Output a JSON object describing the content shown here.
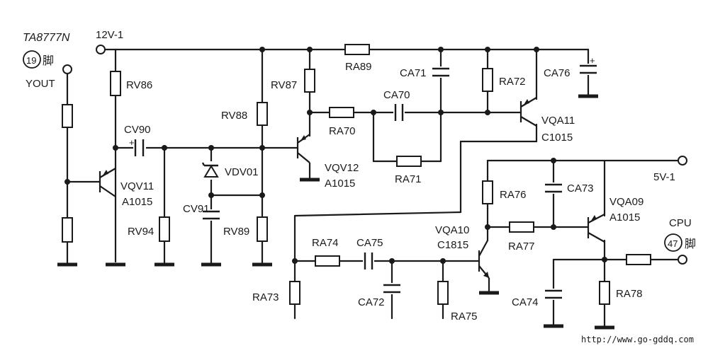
{
  "labels": {
    "ic": "TA8777N",
    "pin19": "19",
    "pin19_suffix": "脚",
    "yout": "YOUT",
    "v12": "12V-1",
    "v5": "5V-1",
    "cpu": "CPU",
    "pin47": "47",
    "pin47_suffix": "脚",
    "watermark": "http://www.go-gddq.com"
  },
  "components": {
    "rv86": "RV86",
    "rv87": "RV87",
    "rv88": "RV88",
    "rv89": "RV89",
    "rv94": "RV94",
    "cv90": "CV90",
    "cv91": "CV91",
    "vdv01": "VDV01",
    "vqv11": "VQV11",
    "vqv11_type": "A1015",
    "vqv12": "VQV12",
    "vqv12_type": "A1015",
    "ra89": "RA89",
    "ra70": "RA70",
    "ra71": "RA71",
    "ra72": "RA72",
    "ra73": "RA73",
    "ra74": "RA74",
    "ra75": "RA75",
    "ra76": "RA76",
    "ra77": "RA77",
    "ra78": "RA78",
    "ca70": "CA70",
    "ca71": "CA71",
    "ca72": "CA72",
    "ca73": "CA73",
    "ca74": "CA74",
    "ca75": "CA75",
    "ca76": "CA76",
    "vqa11": "VQA11",
    "vqa11_type": "C1015",
    "vqa10": "VQA10",
    "vqa10_type": "C1815",
    "vqa09": "VQA09",
    "vqa09_type": "A1015",
    "plus": "+"
  }
}
